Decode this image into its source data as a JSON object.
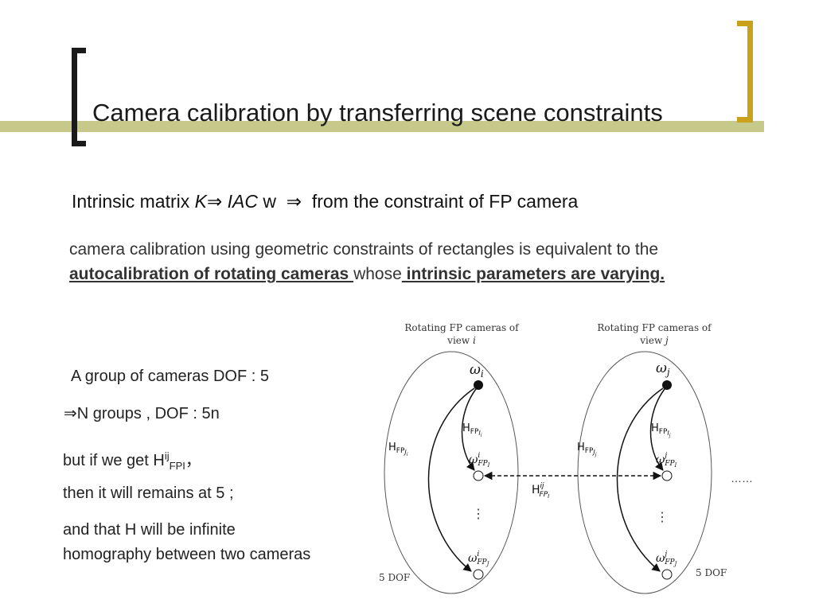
{
  "title": "Camera calibration by transferring scene constraints",
  "intrinsic_line": {
    "prefix": "Intrinsic matrix",
    "k": "K",
    "arrow": "⇒",
    "iac": "IAC",
    "w": "w",
    "suffix": "from the constraint of FP camera"
  },
  "paragraph": {
    "text_a": "camera calibration using geometric constraints of rectangles is equivalent to the ",
    "link1": "autocalibration of rotating cameras ",
    "text_b": "whose",
    "link2": " intrinsic parameters are varying."
  },
  "left_text": {
    "group_dof": "A group of cameras DOF : 5",
    "n_arrow": "⇒",
    "n_groups": "N groups , DOF : 5n",
    "but_prefix": "but if we get H",
    "but_sup": "ij",
    "but_sub": "FPI",
    "but_suffix": "，",
    "remains": "then it will remains at 5 ;",
    "infinite_1": "and that H will be infinite",
    "infinite_2": "homography between two cameras"
  },
  "diagram": {
    "left_caption_1": "Rotating FP cameras of",
    "left_caption_2": "view i",
    "right_caption_1": "Rotating FP cameras of",
    "right_caption_2": "view j",
    "omega_i": "ωi",
    "omega_j": "ωj",
    "h_fp_ii": "HFPIi",
    "h_fp_ji": "HFPJi",
    "h_fp_ij": "HFPIj",
    "h_fp_jj": "HFPJj",
    "omega_fpi_i": "ωiFPI",
    "omega_fpj_i": "ωiFPJ",
    "omega_fpi_j": "ωjFPI",
    "omega_fpj_j": "ωjFPJ",
    "h_ij_fpi": "HijFPI",
    "dots": "……",
    "vdots": "⋮",
    "dof_left": "5 DOF",
    "dof_right": "5 DOF"
  },
  "colors": {
    "olive_bar": "#c6c98a",
    "gold_bracket": "#c9a11c"
  }
}
